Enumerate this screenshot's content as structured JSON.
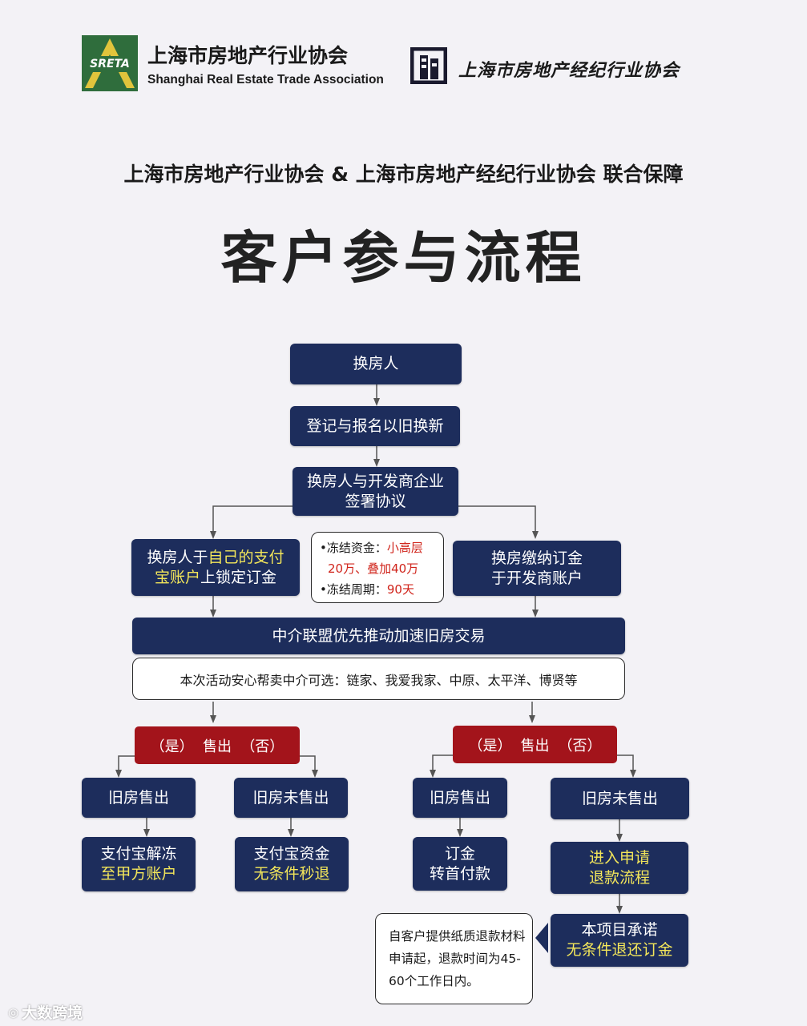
{
  "header": {
    "logo1_text": "SRETA",
    "org1_cn": "上海市房地产行业协会",
    "org1_en": "Shanghai Real Estate Trade Association",
    "org2_cn": "上海市房地产经纪行业协会"
  },
  "subtitle": "上海市房地产行业协会 & 上海市房地产经纪行业协会 联合保障",
  "title": "客户参与流程",
  "flow": {
    "step1": "换房人",
    "step2": "登记与报名以旧换新",
    "step3_line1": "换房人与开发商企业",
    "step3_line2": "签署协议",
    "left_a": "换房人于",
    "left_b": "自己的支付",
    "left_c": "宝账户",
    "left_d": "上锁定订金",
    "freeze_label1": "•冻结资金：",
    "freeze_value1a": "小高层",
    "freeze_value1b": "20万、叠加40万",
    "freeze_label2": "•冻结周期：",
    "freeze_value2": "90天",
    "right_a": "换房缴纳订金",
    "right_b": "于开发商账户",
    "alliance": "中介联盟优先推动加速旧房交易",
    "agents": "本次活动安心帮卖中介可选：链家、我爱我家、中原、太平洋、博贤等",
    "sold_yes": "（是）",
    "sold_label": "售出",
    "sold_no": "（否）",
    "l_sold": "旧房售出",
    "l_unsold": "旧房未售出",
    "l_sold_res1": "支付宝解冻",
    "l_sold_res2": "至甲方账户",
    "l_unsold_res1": "支付宝资金",
    "l_unsold_res2": "无条件秒退",
    "r_sold": "旧房售出",
    "r_unsold": "旧房未售出",
    "r_sold_res1": "订金",
    "r_sold_res2": "转首付款",
    "r_unsold_res1": "进入申请",
    "r_unsold_res2": "退款流程",
    "promise1": "本项目承诺",
    "promise2": "无条件退还订金",
    "refund_note": "自客户提供纸质退款材料申请起，退款时间为45-60个工作日内。"
  },
  "watermark": "大数跨境",
  "colors": {
    "navy": "#1d2d5c",
    "red": "#a3141b",
    "yellow_text": "#f3e65a",
    "red_text": "#d0241b"
  }
}
